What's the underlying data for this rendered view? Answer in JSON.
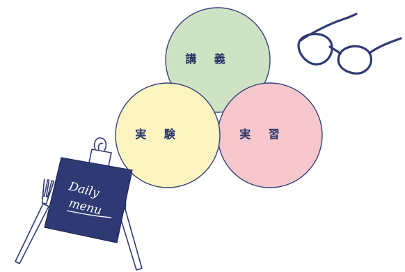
{
  "diagram": {
    "circles": [
      {
        "id": "lecture",
        "label": "講 義",
        "fill": "#cfe3c4"
      },
      {
        "id": "experiment",
        "label": "実 験",
        "fill": "#fbf3c0"
      },
      {
        "id": "practice",
        "label": "実 習",
        "fill": "#f6c7cd"
      }
    ],
    "outline_color": "#34407a"
  },
  "menu_card": {
    "line1": "Daily",
    "line2": "menu",
    "card_color": "#2f3a74"
  },
  "icons": {
    "glasses": "glasses-icon",
    "fork": "fork-icon",
    "knife": "knife-icon",
    "clip": "binder-clip-icon"
  }
}
